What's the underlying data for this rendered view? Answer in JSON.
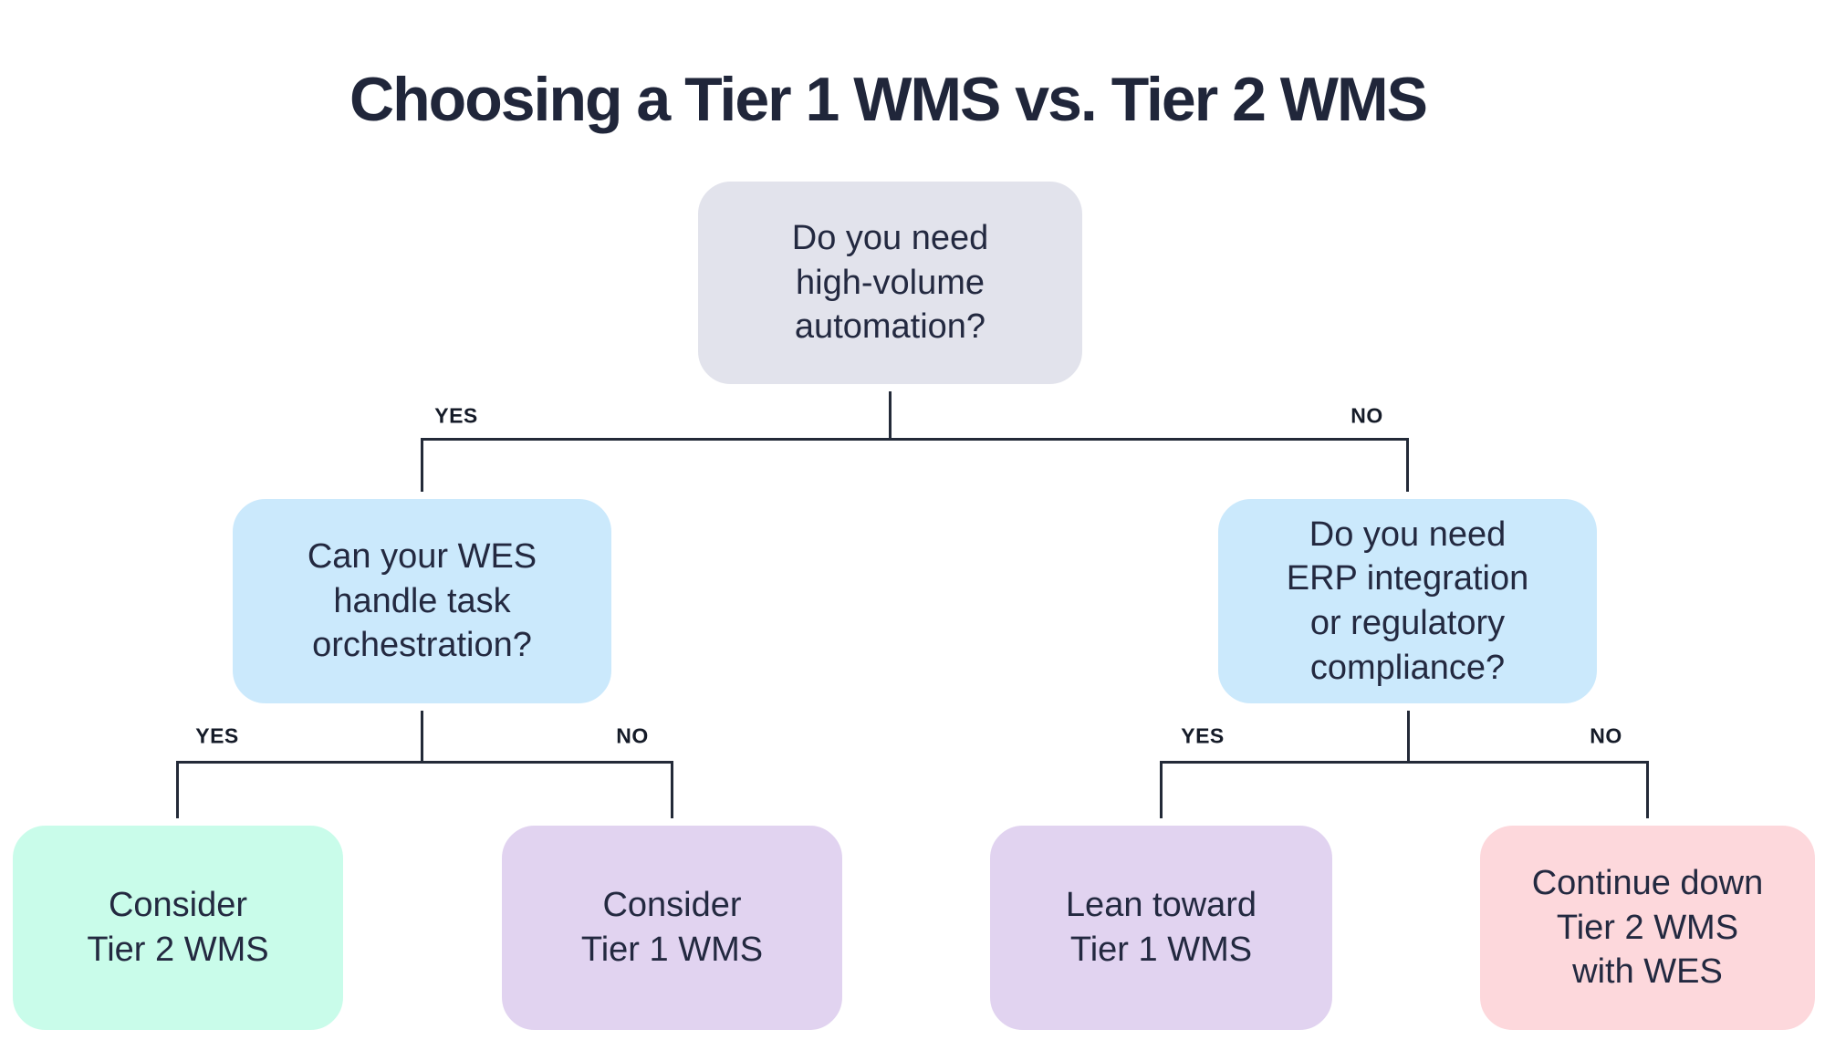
{
  "title": "Choosing a Tier 1 WMS vs. Tier 2 WMS",
  "nodes": {
    "root": {
      "label": "Do you need\nhigh-volume\nautomation?",
      "fill": "#e2e3ec"
    },
    "wes": {
      "label": "Can your WES\nhandle task\norchestration?",
      "fill": "#cbe9fc"
    },
    "erp": {
      "label": "Do you need\nERP integration\nor regulatory\ncompliance?",
      "fill": "#cbe9fc"
    },
    "tier2_consider": {
      "label": "Consider\nTier 2 WMS",
      "fill": "#c9fcea"
    },
    "tier1_consider": {
      "label": "Consider\nTier 1 WMS",
      "fill": "#e1d3f0"
    },
    "tier1_lean": {
      "label": "Lean toward\nTier 1 WMS",
      "fill": "#e1d3f0"
    },
    "tier2_wes": {
      "label": "Continue down\nTier 2 WMS\nwith WES",
      "fill": "#fdd8dc"
    }
  },
  "edges": {
    "root": {
      "yes": "YES",
      "no": "NO"
    },
    "wes": {
      "yes": "YES",
      "no": "NO"
    },
    "erp": {
      "yes": "YES",
      "no": "NO"
    }
  },
  "colors": {
    "background": "#ffffff",
    "title_text": "#20263a",
    "node_text": "#232940",
    "node_border": "#ffffff",
    "connector_line": "#232a38",
    "edge_label_text": "#151b28"
  }
}
